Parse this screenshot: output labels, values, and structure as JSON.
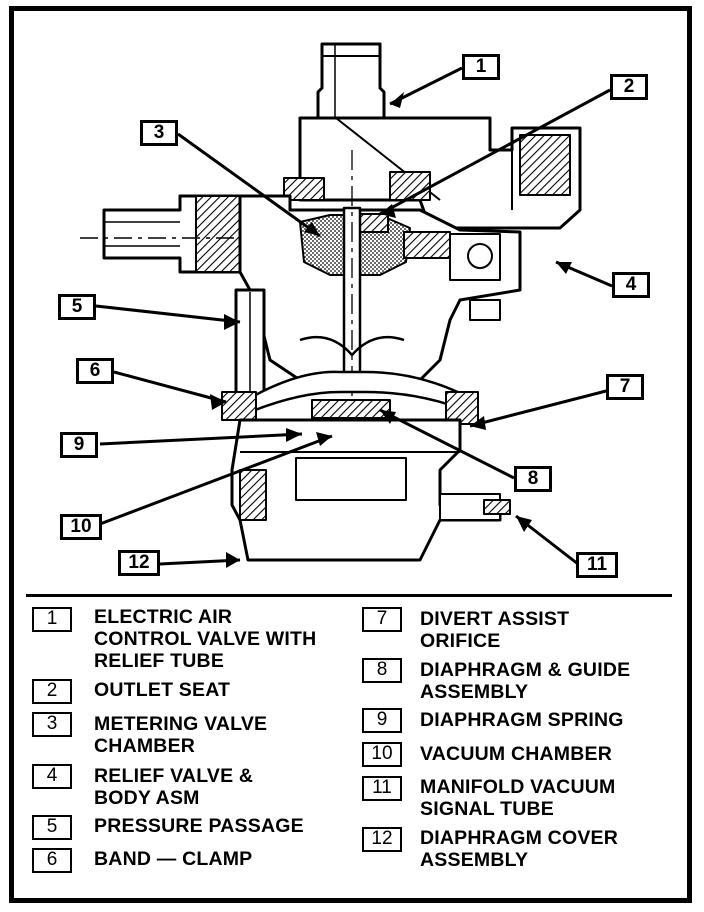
{
  "callouts": [
    "1",
    "2",
    "3",
    "4",
    "5",
    "6",
    "7",
    "8",
    "9",
    "10",
    "11",
    "12"
  ],
  "legend": [
    {
      "num": "1",
      "text": "ELECTRIC AIR\nCONTROL VALVE WITH\nRELIEF TUBE"
    },
    {
      "num": "2",
      "text": "OUTLET SEAT"
    },
    {
      "num": "3",
      "text": "METERING VALVE\nCHAMBER"
    },
    {
      "num": "4",
      "text": "RELIEF VALVE &\nBODY ASM"
    },
    {
      "num": "5",
      "text": "PRESSURE PASSAGE"
    },
    {
      "num": "6",
      "text": "BAND — CLAMP"
    },
    {
      "num": "7",
      "text": "DIVERT ASSIST\nORIFICE"
    },
    {
      "num": "8",
      "text": "DIAPHRAGM & GUIDE\nASSEMBLY"
    },
    {
      "num": "9",
      "text": "DIAPHRAGM SPRING"
    },
    {
      "num": "10",
      "text": "VACUUM CHAMBER"
    },
    {
      "num": "11",
      "text": "MANIFOLD VACUUM\nSIGNAL TUBE"
    },
    {
      "num": "12",
      "text": "DIAPHRAGM COVER\nASSEMBLY"
    }
  ]
}
